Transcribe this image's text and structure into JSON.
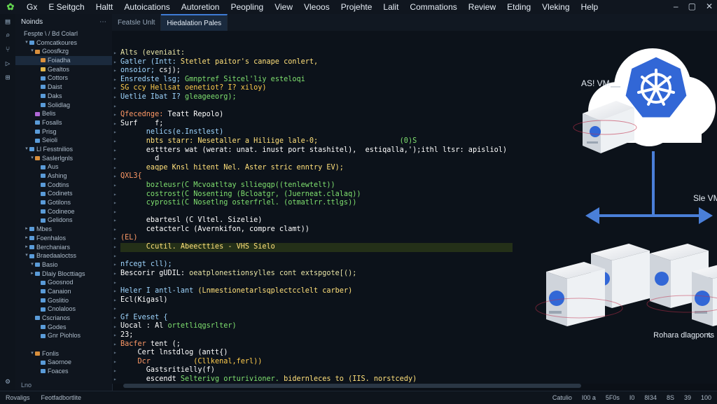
{
  "menu": [
    "Gx",
    "E Seitgch",
    "Haltt",
    "Autoications",
    "Autoretion",
    "Peopling",
    "View",
    "Vleoos",
    "Projehte",
    "Lalit",
    "Commations",
    "Review",
    "Etding",
    "Vleking",
    "Help"
  ],
  "window_controls": [
    "–",
    "▢",
    "✕"
  ],
  "explorer": {
    "title": "Noinds",
    "items": [
      {
        "label": "Fespte \\ / Bd Colarl",
        "depth": 0,
        "twisty": "",
        "color": ""
      },
      {
        "label": "Comcatkoures",
        "depth": 1,
        "twisty": "▾",
        "color": "#5a9bd8"
      },
      {
        "label": "Goosfkzg",
        "depth": 2,
        "twisty": "▾",
        "color": "#d98f3c"
      },
      {
        "label": "Foiadha",
        "depth": 3,
        "twisty": "",
        "color": "#d98f3c",
        "selected": true
      },
      {
        "label": "Gealtos",
        "depth": 3,
        "twisty": "",
        "color": "#e0b54a"
      },
      {
        "label": "Cottors",
        "depth": 3,
        "twisty": "",
        "color": "#5a9bd8"
      },
      {
        "label": "Daist",
        "depth": 3,
        "twisty": "",
        "color": "#5a9bd8"
      },
      {
        "label": "Daks",
        "depth": 3,
        "twisty": "",
        "color": "#5a9bd8"
      },
      {
        "label": "Solidlag",
        "depth": 3,
        "twisty": "",
        "color": "#5a9bd8"
      },
      {
        "label": "Belis",
        "depth": 2,
        "twisty": "",
        "color": "#b067d6"
      },
      {
        "label": "Fosalls",
        "depth": 2,
        "twisty": "",
        "color": "#5a9bd8"
      },
      {
        "label": "Prisg",
        "depth": 2,
        "twisty": "",
        "color": "#5a9bd8"
      },
      {
        "label": "Seioli",
        "depth": 2,
        "twisty": "",
        "color": "#5a9bd8"
      },
      {
        "label": "Ll Fesstnilios",
        "depth": 1,
        "twisty": "▾",
        "color": "#5a9bd8"
      },
      {
        "label": "Saslerlgnls",
        "depth": 2,
        "twisty": "▾",
        "color": "#d98f3c"
      },
      {
        "label": "Aus",
        "depth": 3,
        "twisty": "",
        "color": "#5a9bd8"
      },
      {
        "label": "Ashing",
        "depth": 3,
        "twisty": "",
        "color": "#5a9bd8"
      },
      {
        "label": "Codtins",
        "depth": 3,
        "twisty": "",
        "color": "#5a9bd8"
      },
      {
        "label": "Codinets",
        "depth": 3,
        "twisty": "",
        "color": "#5a9bd8"
      },
      {
        "label": "Gotilons",
        "depth": 3,
        "twisty": "",
        "color": "#5a9bd8"
      },
      {
        "label": "Codineoe",
        "depth": 3,
        "twisty": "",
        "color": "#5a9bd8"
      },
      {
        "label": "Gelidons",
        "depth": 3,
        "twisty": "",
        "color": "#5a9bd8"
      },
      {
        "label": "Mbes",
        "depth": 1,
        "twisty": "▸",
        "color": "#5a9bd8"
      },
      {
        "label": "Foenhalos",
        "depth": 1,
        "twisty": "▸",
        "color": "#5a9bd8"
      },
      {
        "label": "Berchaniars",
        "depth": 1,
        "twisty": "▸",
        "color": "#5a9bd8"
      },
      {
        "label": "Braedaaloctss",
        "depth": 1,
        "twisty": "▾",
        "color": "#5a9bd8"
      },
      {
        "label": "Basio",
        "depth": 2,
        "twisty": "▾",
        "color": "#5a9bd8"
      },
      {
        "label": "Dlaiy Blocttiags",
        "depth": 2,
        "twisty": "▸",
        "color": "#5a9bd8"
      },
      {
        "label": "Goosnod",
        "depth": 3,
        "twisty": "",
        "color": "#5a9bd8"
      },
      {
        "label": "Canaion",
        "depth": 3,
        "twisty": "",
        "color": "#5a9bd8"
      },
      {
        "label": "Goslitio",
        "depth": 3,
        "twisty": "",
        "color": "#5a9bd8"
      },
      {
        "label": "Cnolaloos",
        "depth": 3,
        "twisty": "",
        "color": "#5a9bd8"
      },
      {
        "label": "Cscrianos",
        "depth": 2,
        "twisty": "",
        "color": "#5a9bd8"
      },
      {
        "label": "Godes",
        "depth": 3,
        "twisty": "",
        "color": "#5a9bd8"
      },
      {
        "label": "Gnr Piohlos",
        "depth": 3,
        "twisty": "",
        "color": "#5a9bd8"
      },
      {
        "label": "",
        "depth": 3,
        "twisty": "",
        "color": ""
      },
      {
        "label": "Fonlis",
        "depth": 2,
        "twisty": "▾",
        "color": "#d98f3c"
      },
      {
        "label": "Saornoe",
        "depth": 3,
        "twisty": "",
        "color": "#5a9bd8"
      },
      {
        "label": "Foaces",
        "depth": 3,
        "twisty": "",
        "color": "#5a9bd8"
      }
    ],
    "footer": "Lno"
  },
  "tabs": [
    {
      "label": "Featsle Unlt",
      "active": false
    },
    {
      "label": "Hiedalation Pales",
      "active": true
    }
  ],
  "code_lines": [
    [
      [
        "#e8e4a6",
        "Alts (eveniait:"
      ]
    ],
    [
      [
        "#9fd6ff",
        "Gatler (Intt: "
      ],
      [
        "#ffe07a",
        "Stetlet paitor's canape conlert,"
      ]
    ],
    [
      [
        "#9fd6ff",
        "onsoior; "
      ],
      [
        "#ffffff",
        "csj);"
      ]
    ],
    [
      [
        "#9fd6ff",
        "Ensredste lsg; "
      ],
      [
        "#7fe06f",
        "Gmnptref Sitcel'liy esteloqi"
      ]
    ],
    [
      [
        "#ffcc4d",
        "SG ccy Hellsat oenetiot? I? xiloy)"
      ]
    ],
    [
      [
        "#9fd6ff",
        "Uetlie Ibat I? "
      ],
      [
        "#7fe06f",
        "gleageeorg);"
      ]
    ],
    [
      [
        "#ffffff",
        ""
      ]
    ],
    [
      [
        "#ff9966",
        "Qfecednge: "
      ],
      [
        "#ffffff",
        "Teatt Repolo)"
      ]
    ],
    [
      [
        "#ffffff",
        "Surf    f;"
      ]
    ],
    [
      [
        "#9fd6ff",
        "      nelics(e.Instlest)"
      ]
    ],
    [
      [
        "#ffe07a",
        "      nbts starr: Nesetaller a Hiliige lale-0;"
      ],
      [
        "#7fe06f",
        "                   (0)S"
      ]
    ],
    [
      [
        "#ffffff",
        "      esttters wat (werat: unat. inust port stashitel),  estiqalla,');ithl ltsr: apisliol)"
      ]
    ],
    [
      [
        "#ffffff",
        "        d"
      ]
    ],
    [
      [
        "#ffe07a",
        "      eaqpe Knsl hitent Nel. Aster stric enntry EV);"
      ]
    ],
    [
      [
        "#ff9966",
        "QXL3{"
      ]
    ],
    [
      [
        "#7fe06f",
        "      bozleusr(C Mcvoatltay slliegqp((tenlewtelt))"
      ]
    ],
    [
      [
        "#7fe06f",
        "      costrost(C Nosenting (Bcloatgr, (Juerneat.clalaq))"
      ]
    ],
    [
      [
        "#7fe06f",
        "      cyprosti(C Nosetlng osterfrlel. (otmatlrr.ttlgs))"
      ]
    ],
    [
      [
        "#ffffff",
        ""
      ]
    ],
    [
      [
        "#ffffff",
        "      ebartesl (C Vltel. Sizelie)"
      ]
    ],
    [
      [
        "#ffffff",
        "      cetacterlc (Avernkifon, compre clamt))"
      ]
    ],
    [
      [
        "#ff9966",
        "(EL)"
      ]
    ],
    [
      [
        "#ffe07a",
        "      Ccutil. Abeectties - VHS Sielo"
      ]
    ],
    [
      [
        "#ffffff",
        ""
      ]
    ],
    [
      [
        "#9fd6ff",
        "nfcegt cll);"
      ]
    ],
    [
      [
        "#ffffff",
        "Bescorir gUDIL: "
      ],
      [
        "#e8e4a6",
        "oeatplonestionsylles cont extspgote[();"
      ]
    ],
    [
      [
        "#ffffff",
        ""
      ]
    ],
    [
      [
        "#9fd6ff",
        "Heler I antl-lant "
      ],
      [
        "#ffe07a",
        "(Lnmestionetarlsqplectcclelt carber)"
      ]
    ],
    [
      [
        "#ffffff",
        "Ecl(Kigasl)"
      ]
    ],
    [
      [
        "#ffffff",
        ""
      ]
    ],
    [
      [
        "#9fd6ff",
        "Gf Eveset {"
      ]
    ],
    [
      [
        "#ffffff",
        "Uocal : Al "
      ],
      [
        "#7fe06f",
        "ortetliqgsrlter)"
      ]
    ],
    [
      [
        "#ffffff",
        "23;"
      ]
    ],
    [
      [
        "#ff9966",
        "Bacfer "
      ],
      [
        "#ffffff",
        "tent (;"
      ]
    ],
    [
      [
        "#ffffff",
        "    Cert lnstdlog (antt{)"
      ]
    ],
    [
      [
        "#ff9966",
        "    Dcr"
      ],
      [
        "#ffcc4d",
        "          (Cllkenal,ferl))"
      ]
    ],
    [
      [
        "#ffffff",
        "      Gastsritielly(f)"
      ]
    ],
    [
      [
        "#ffffff",
        "      escendt "
      ],
      [
        "#7fe06f",
        "Selterivg orturivioner. "
      ],
      [
        "#ffe07a",
        "bidernleces to (IIS. norstcedy)"
      ]
    ]
  ],
  "diagram": {
    "left_label": "AS! VM",
    "right_label": "Sle VM",
    "bottom_label": "Rohara dlagponts"
  },
  "colors": {
    "accent": "#3e7bd4",
    "k8s_blue": "#3267d6"
  },
  "status": {
    "left": [
      "Rovaligs",
      "Feotfadbortlite"
    ],
    "right": [
      "Catulio",
      "I00 a",
      "5F0s",
      "I0",
      "8I34",
      "8S",
      "39",
      "100"
    ]
  }
}
